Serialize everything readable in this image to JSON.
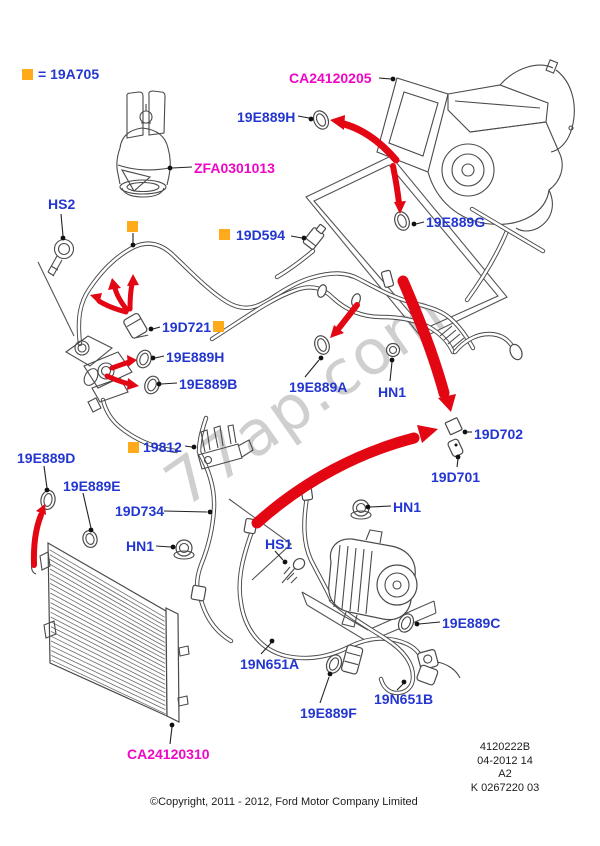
{
  "colors": {
    "label_blue": "#2336d0",
    "label_magenta": "#ef07c4",
    "key_orange": "#ffaa1a",
    "arrow_red": "#e30613",
    "line_gray": "#4a4a4a",
    "watermark_gray": "#9b9b9b"
  },
  "legend": {
    "text": "= 19A705"
  },
  "watermark": "77ap.com",
  "labels": {
    "ca24120205": "CA24120205",
    "zfa0301013": "ZFA0301013",
    "ca24120310": "CA24120310",
    "e889h_top": "19E889H",
    "hs2": "HS2",
    "d594": "19D594",
    "e889g": "19E889G",
    "d721": "19D721",
    "e889h_mid": "19E889H",
    "e889b": "19E889B",
    "e889a": "19E889A",
    "hn1_a": "HN1",
    "d702": "19D702",
    "d701": "19D701",
    "hn1_b": "HN1",
    "e889d": "19E889D",
    "e889e": "19E889E",
    "p19812": "19812",
    "d734": "19D734",
    "hn1_c": "HN1",
    "hs1": "HS1",
    "e889c": "19E889C",
    "n651a": "19N651A",
    "e889f": "19E889F",
    "n651b": "19N651B"
  },
  "footer": {
    "copyright": "©Copyright, 2011 - 2012, Ford Motor Company Limited",
    "doc_code": [
      "4120222B",
      "04-2012 14",
      "A2",
      "K 0267220 03"
    ]
  }
}
